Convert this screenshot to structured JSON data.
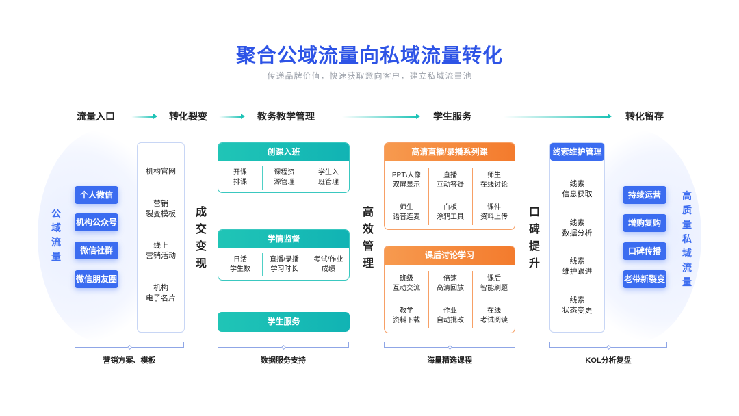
{
  "title": "聚合公域流量向私域流量转化",
  "subtitle": "传递品牌价值，快速获取意向客户，建立私域流量池",
  "steps": [
    "流量入口",
    "转化裂变",
    "教务教学管理",
    "学生服务",
    "转化留存"
  ],
  "left_vertical": [
    "公",
    "域",
    "流",
    "量"
  ],
  "right_vertical": [
    "高",
    "质",
    "量",
    "私",
    "域",
    "流",
    "量"
  ],
  "mid_vertical_1": [
    "成",
    "交",
    "变",
    "现"
  ],
  "mid_vertical_2": [
    "高",
    "效",
    "管",
    "理"
  ],
  "mid_vertical_3": [
    "口",
    "碑",
    "提",
    "升"
  ],
  "entry_pills": [
    "个人微信",
    "机构公众号",
    "微信社群",
    "微信朋友圈"
  ],
  "conversion_items": [
    [
      "机构官网"
    ],
    [
      "营销",
      "裂变模板"
    ],
    [
      "线上",
      "营销活动"
    ],
    [
      "机构",
      "电子名片"
    ]
  ],
  "card_course": {
    "title": "创课入班",
    "cells": [
      [
        "开课",
        "排课"
      ],
      [
        "课程资",
        "源管理"
      ],
      [
        "学生入",
        "班管理"
      ]
    ]
  },
  "card_study": {
    "title": "学情监督",
    "cells": [
      [
        "日活",
        "学生数"
      ],
      [
        "直播/录播",
        "学习时长"
      ],
      [
        "考试/作业",
        "成绩"
      ]
    ]
  },
  "student_service_bar": "学生服务",
  "card_live": {
    "title": "高清直播/录播系列课",
    "cells": [
      [
        "PPT\\人像",
        "双屏显示"
      ],
      [
        "直播",
        "互动答疑"
      ],
      [
        "师生",
        "在线讨论"
      ],
      [
        "师生",
        "语音连麦"
      ],
      [
        "白板",
        "涂鸦工具"
      ],
      [
        "课件",
        "资料上传"
      ]
    ]
  },
  "card_discuss": {
    "title": "课后讨论学习",
    "cells": [
      [
        "班级",
        "互动交流"
      ],
      [
        "倍速",
        "高清回放"
      ],
      [
        "课后",
        "智能刷题"
      ],
      [
        "教学",
        "资料下载"
      ],
      [
        "作业",
        "自动批改"
      ],
      [
        "在线",
        "考试阅读"
      ]
    ]
  },
  "leads": {
    "title": "线索维护管理",
    "items": [
      [
        "线索",
        "信息获取"
      ],
      [
        "线索",
        "数据分析"
      ],
      [
        "线索",
        "维护跟进"
      ],
      [
        "线索",
        "状态变更"
      ]
    ]
  },
  "retention_pills": [
    "持续运营",
    "增购复购",
    "口碑传播",
    "老带新裂变"
  ],
  "footers": [
    "营销方案、模板",
    "数据服务支持",
    "海量精选课程",
    "KOL分析复盘"
  ],
  "colors": {
    "primary": "#3b6cf0",
    "teal": "#1cc3b6",
    "orange": "#f37b2d"
  }
}
